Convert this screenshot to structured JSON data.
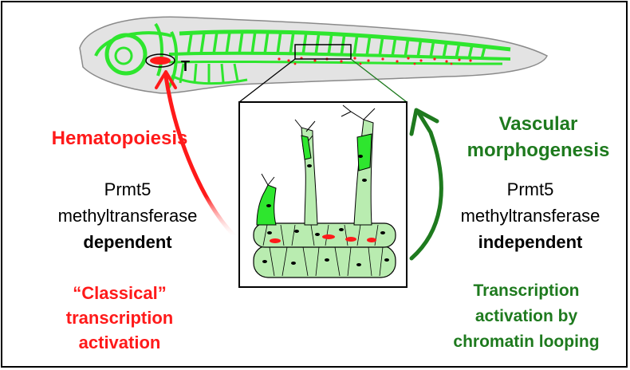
{
  "larva": {
    "region_label": "T"
  },
  "left": {
    "process": "Hematopoiesis",
    "enzyme_line1": "Prmt5",
    "enzyme_line2": "methyltransferase",
    "dependence": "dependent",
    "mechanism": [
      "“Classical”",
      "transcription",
      "activation"
    ]
  },
  "right": {
    "process": [
      "Vascular",
      "morphogenesis"
    ],
    "enzyme_line1": "Prmt5",
    "enzyme_line2": "methyltransferase",
    "dependence": "independent",
    "mechanism": [
      "Transcription",
      "activation by",
      "chromatin looping"
    ]
  },
  "colors": {
    "red": "#ff1a1a",
    "green": "#1e7a1e",
    "vessel_green": "#2ee62e",
    "cell_fill": "#b9ecb0"
  }
}
